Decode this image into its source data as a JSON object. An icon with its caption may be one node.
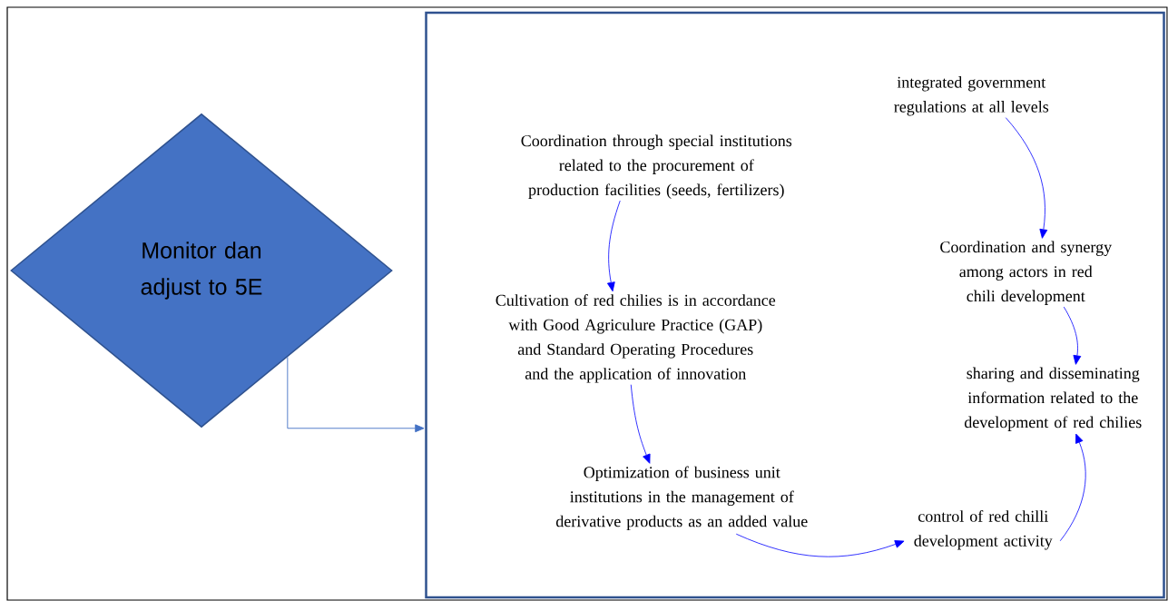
{
  "diagram": {
    "nodes": [
      {
        "text": [
          "Monitor dan adjust to 5E"
        ]
      },
      {
        "text": [],
        "shape": "box"
      },
      {
        "text": [
          "Coordination through special institutions related to the procurement of production facilities (seeds, fertilizers)"
        ],
        "in": 1
      },
      {
        "text": [
          "Cultivation of red chilies is in accordance with Good Agriculure Practice (GAP) and Standard Operating Procedures and the application of innovation"
        ],
        "in": 1
      },
      {
        "text": [
          "Optimization of business unit institutions in the management of derivative products as an added value"
        ],
        "in": 1
      },
      {
        "text": [
          "control of red chilli development activity"
        ],
        "in": 1
      },
      {
        "text": [
          "sharing and disseminating information related to the development of red chilies"
        ],
        "in": 1
      },
      {
        "text": [
          "Coordination and synergy among actors in red chili development"
        ],
        "in": 1
      },
      {
        "text": [
          "integrated government regulations at all levels"
        ],
        "in": 1
      }
    ],
    "edges": [
      {
        "from": 0,
        "to": 1,
        "arrow": "to",
        "color": "#4472c4"
      },
      {
        "from": 2,
        "to": 3,
        "arrow": "to"
      },
      {
        "from": 3,
        "to": 4,
        "arrow": "to"
      },
      {
        "from": 4,
        "to": 5,
        "arrow": "to"
      },
      {
        "from": 5,
        "to": 6,
        "arrow": "to"
      },
      {
        "from": 8,
        "to": 7,
        "arrow": "to"
      },
      {
        "from": 7,
        "to": 6,
        "arrow": "to"
      }
    ]
  }
}
